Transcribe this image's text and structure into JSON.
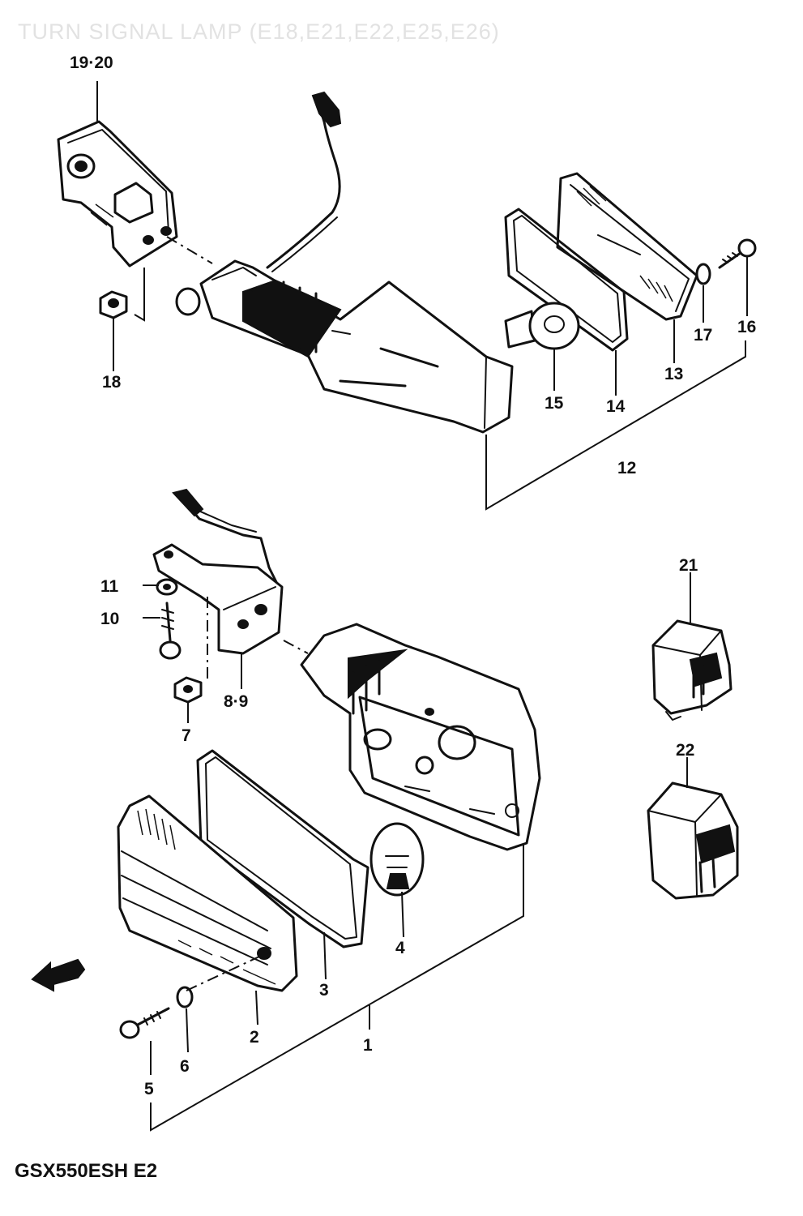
{
  "diagram": {
    "title": "TURN SIGNAL LAMP (E18,E21,E22,E25,E26)",
    "model_code": "GSX550ESH  E2",
    "callouts": {
      "p19_20": "19·20",
      "p18": "18",
      "p17": "17",
      "p16": "16",
      "p15": "15",
      "p14": "14",
      "p13": "13",
      "p12": "12",
      "p11": "11",
      "p10": "10",
      "p8_9": "8·9",
      "p7": "7",
      "p21": "21",
      "p22": "22",
      "p4": "4",
      "p3": "3",
      "p2": "2",
      "p1": "1",
      "p6": "6",
      "p5": "5"
    }
  }
}
